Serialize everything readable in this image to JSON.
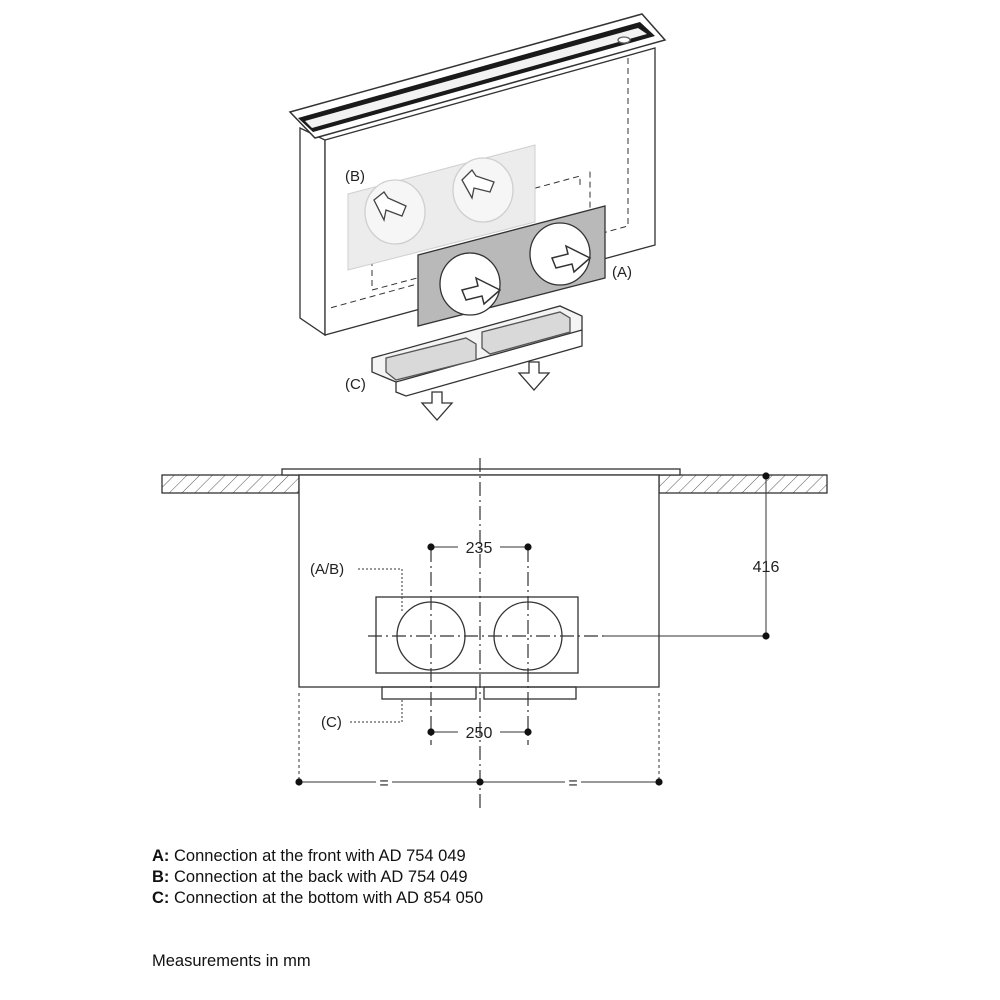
{
  "top_view": {
    "label_a": "(A)",
    "label_b": "(B)",
    "label_c": "(C)"
  },
  "plan_view": {
    "label_ab": "(A/B)",
    "label_c": "(C)",
    "dim_top_spacing": "235",
    "dim_bottom_spacing": "250",
    "dim_height": "416",
    "equal_left": "=",
    "equal_right": "="
  },
  "legend": [
    {
      "key": "A:",
      "text": "Connection at the front with AD 754 049"
    },
    {
      "key": "B:",
      "text": "Connection at the back with AD 754 049"
    },
    {
      "key": "C:",
      "text": "Connection at the bottom with AD 854 050"
    }
  ],
  "note": "Measurements in mm",
  "colors": {
    "line": "#333333",
    "plate_gray": "#b9b9b9",
    "ghost_panel": "#ececec",
    "hatch": "#555555"
  }
}
